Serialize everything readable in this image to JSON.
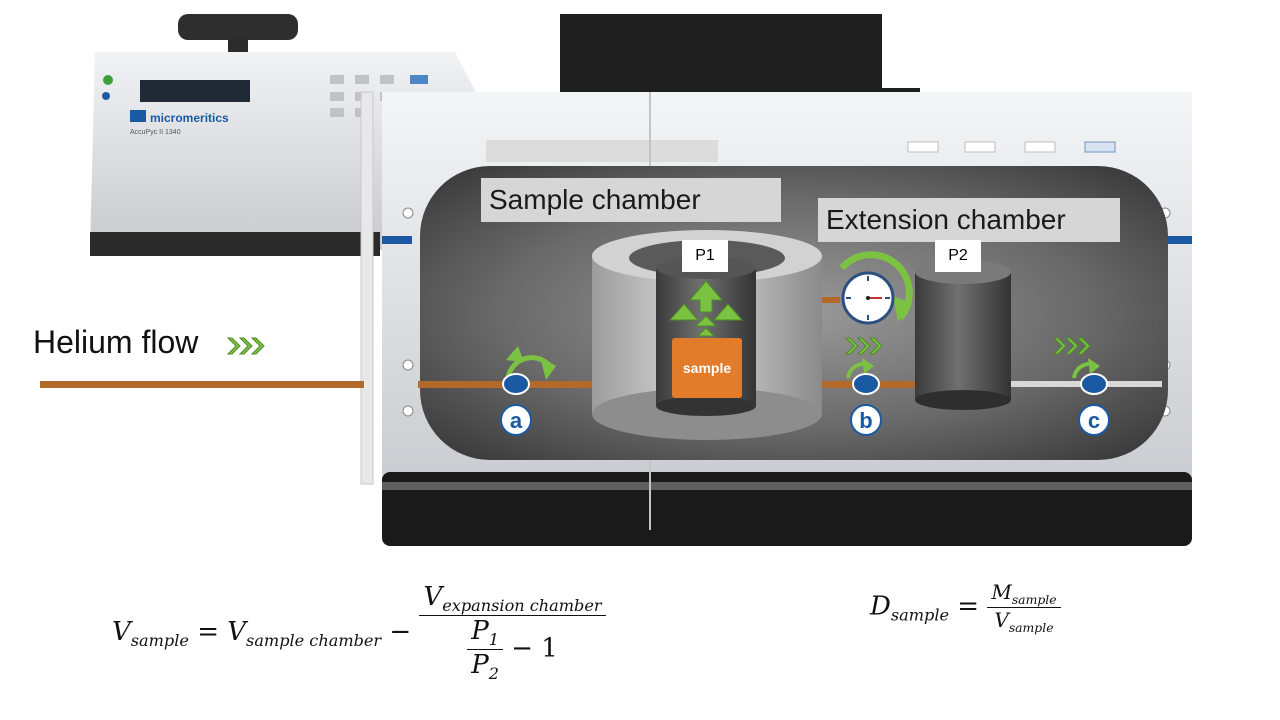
{
  "diagram": {
    "helium_label": "Helium flow",
    "sample_chamber_label": "Sample chamber",
    "extension_chamber_label": "Extension chamber",
    "p1_label": "P1",
    "p2_label": "P2",
    "sample_label": "sample",
    "valves": [
      "a",
      "b",
      "c"
    ],
    "device_brand": "micromeritics",
    "device_model": "AccuPyc II 1340",
    "colors": {
      "tube": "#b3692a",
      "arrow_green": "#7cc242",
      "valve_blue": "#1b5aa3",
      "sample_orange": "#e37c2a",
      "label_bg": "#d6d6d6"
    },
    "icons": [
      "gauge-icon",
      "flow-arrows-icon",
      "valve-icon"
    ]
  },
  "formulas": {
    "volume": {
      "lhs": "V",
      "lhs_sub": "sample",
      "term1": "V",
      "term1_sub": "sample chamber",
      "numerator": "V",
      "numerator_sub": "expansion chamber",
      "p_num": "P",
      "p_num_sub": "1",
      "p_den": "P",
      "p_den_sub": "2",
      "minus_one": "− 1"
    },
    "density": {
      "lhs": "D",
      "lhs_sub": "sample",
      "numerator": "M",
      "numerator_sub": "sample",
      "denominator": "V",
      "denominator_sub": "sample"
    }
  }
}
